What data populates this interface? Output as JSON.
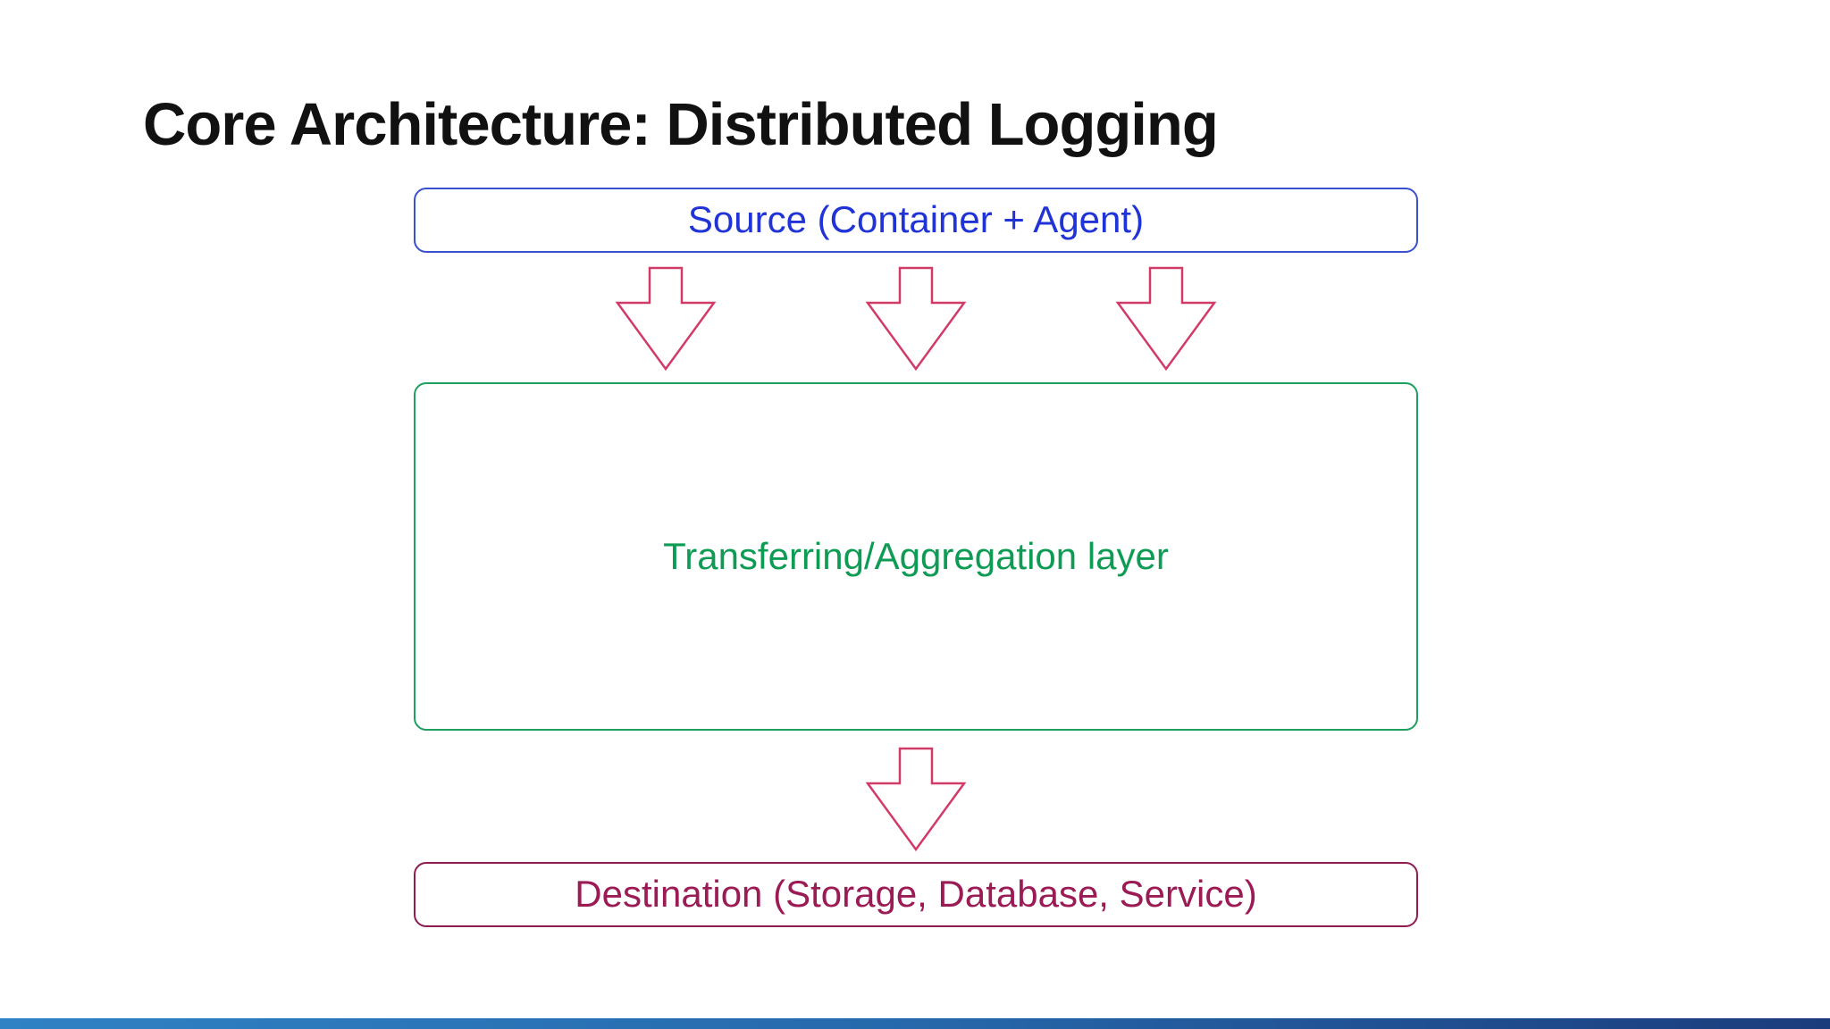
{
  "slide": {
    "title": "Core Architecture: Distributed Logging",
    "background_color": "#ffffff",
    "title_color": "#111111",
    "footer_bar": {
      "gradient_left": "#2f82c4",
      "gradient_right": "#1b3c7c"
    }
  },
  "diagram": {
    "nodes": [
      {
        "id": "source",
        "label": "Source (Container + Agent)",
        "border_color": "#3a50cf",
        "text_color": "#2033d6"
      },
      {
        "id": "aggregation",
        "label": "Transferring/Aggregation layer",
        "border_color": "#1da05f",
        "text_color": "#0e9c55"
      },
      {
        "id": "destination",
        "label": "Destination (Storage, Database, Service)",
        "border_color": "#8f1c50",
        "text_color": "#9b1b55"
      }
    ],
    "arrows": {
      "direction": "down",
      "outline_color": "#d13b68",
      "source_to_aggregation_count": 3,
      "aggregation_to_destination_count": 1
    }
  }
}
